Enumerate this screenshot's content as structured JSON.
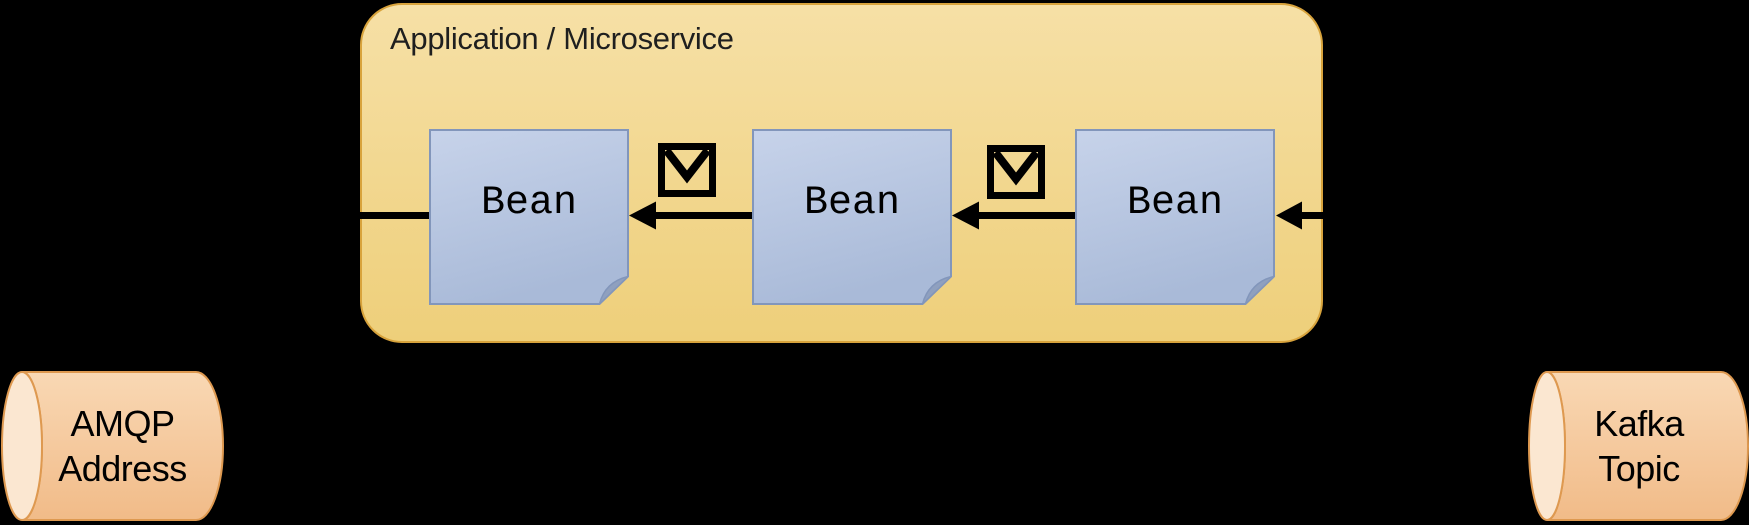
{
  "diagram": {
    "container": {
      "title": "Application / Microservice"
    },
    "beans": [
      {
        "label": "Bean"
      },
      {
        "label": "Bean"
      },
      {
        "label": "Bean"
      }
    ],
    "queues": [
      {
        "name": "amqp-address",
        "line1": "AMQP",
        "line2": "Address"
      },
      {
        "name": "kafka-topic",
        "line1": "Kafka",
        "line2": "Topic"
      }
    ],
    "flow_direction": "right-to-left"
  },
  "colors": {
    "background": "#000000",
    "container_fill_top": "#F6E0A6",
    "container_fill_bottom": "#EECF7A",
    "container_border": "#D8A33C",
    "bean_fill_top": "#C7D3EA",
    "bean_fill_bottom": "#A9BAD8",
    "bean_border": "#8296BB",
    "bean_fold": "#8FA0BF",
    "cylinder_fill_top": "#F9D8B4",
    "cylinder_fill_bottom": "#F1BB88",
    "cylinder_cap": "#FBE7D1",
    "cylinder_border": "#DE9950",
    "ink": "#000000",
    "title_ink": "#1F1F1F"
  }
}
